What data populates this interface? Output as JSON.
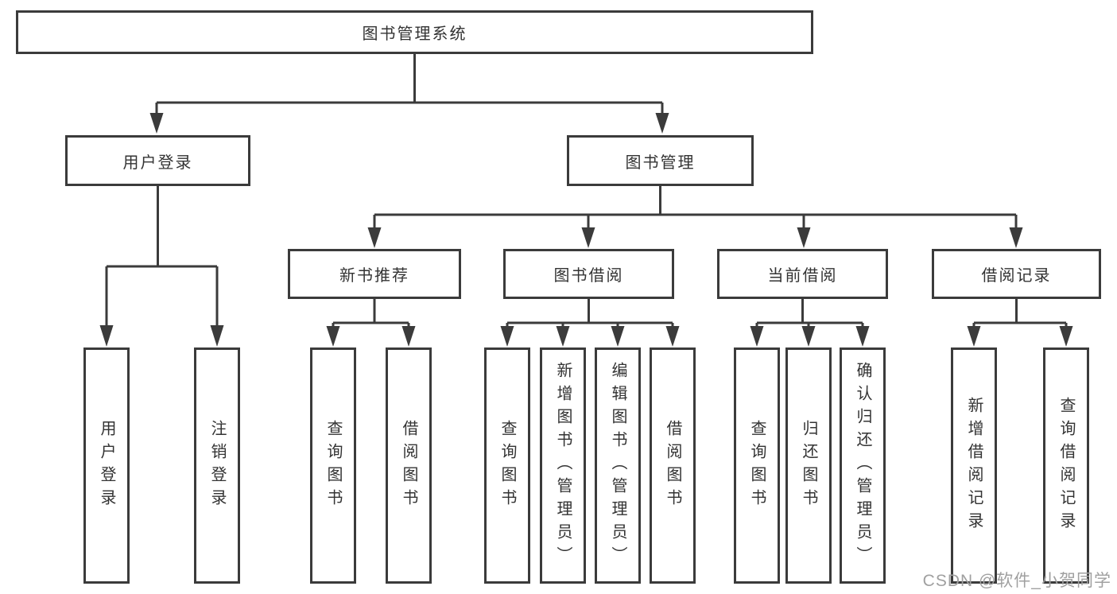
{
  "colors": {
    "line": "#3b3b3b",
    "box_border": "#3b3b3b",
    "box_fill": "#ffffff",
    "text": "#333333",
    "watermark": "#a0a0a0",
    "background": "#ffffff"
  },
  "tree": {
    "label": "图书管理系统",
    "children": [
      {
        "label": "用户登录",
        "children": [
          {
            "label": "用户登录"
          },
          {
            "label": "注销登录"
          }
        ]
      },
      {
        "label": "图书管理",
        "children": [
          {
            "label": "新书推荐",
            "children": [
              {
                "label": "查询图书"
              },
              {
                "label": "借阅图书"
              }
            ]
          },
          {
            "label": "图书借阅",
            "children": [
              {
                "label": "查询图书"
              },
              {
                "label": "新增图书（管理员）"
              },
              {
                "label": "编辑图书（管理员）"
              },
              {
                "label": "借阅图书"
              }
            ]
          },
          {
            "label": "当前借阅",
            "children": [
              {
                "label": "查询图书"
              },
              {
                "label": "归还图书"
              },
              {
                "label": "确认归还（管理员）"
              }
            ]
          },
          {
            "label": "借阅记录",
            "children": [
              {
                "label": "新增借阅记录"
              },
              {
                "label": "查询借阅记录"
              }
            ]
          }
        ]
      }
    ]
  },
  "watermark": {
    "text": "CSDN @软件_小贺同学"
  }
}
